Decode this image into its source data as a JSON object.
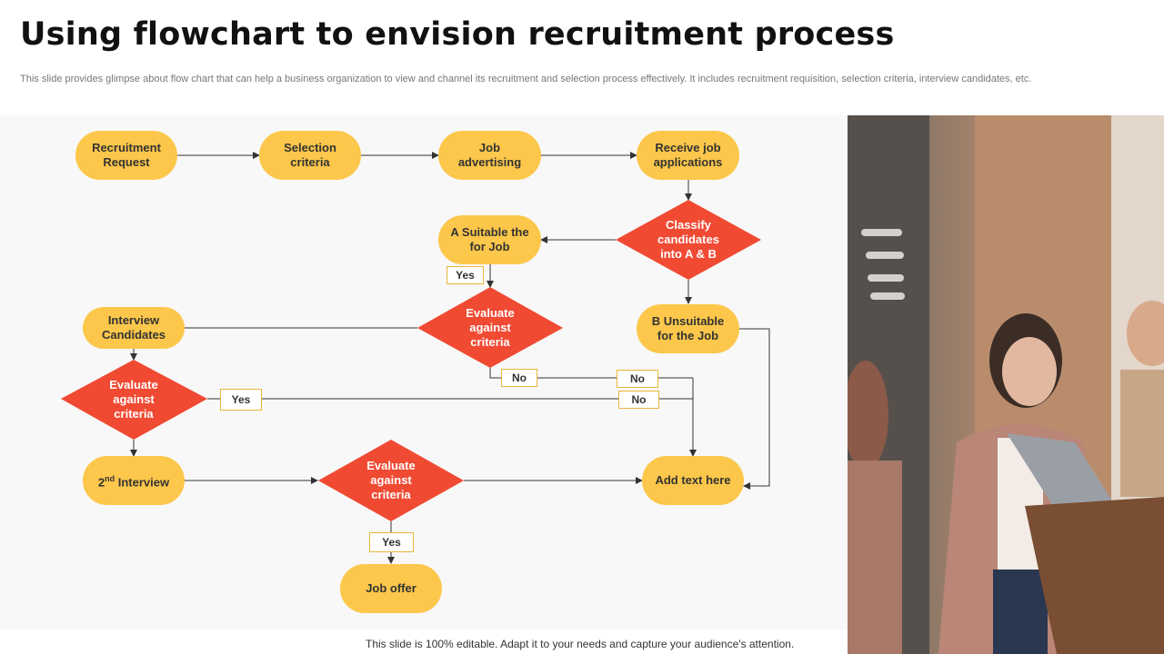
{
  "title": "Using flowchart to envision recruitment process",
  "subtitle": "This slide provides glimpse about flow chart that can help a business organization to view and channel its recruitment and selection process effectively. It includes recruitment requisition, selection criteria, interview candidates, etc.",
  "footer": "This slide is 100% editable. Adapt it to your needs and capture your audience's attention.",
  "colors": {
    "pill": "#fcc74a",
    "diamond": "#f04a33",
    "tag_border": "#e9b53a",
    "line": "#333333"
  },
  "nodes": {
    "recruitment_request": {
      "line1": "Recruitment",
      "line2": "Request"
    },
    "selection_criteria": {
      "line1": "Selection",
      "line2": "criteria"
    },
    "job_advertising": {
      "line1": "Job",
      "line2": "advertising"
    },
    "receive_applications": {
      "line1": "Receive job",
      "line2": "applications"
    },
    "classify": {
      "line1": "Classify",
      "line2": "candidates",
      "line3": "into A & B"
    },
    "suitable": {
      "line1": "A Suitable the",
      "line2": "for Job"
    },
    "evaluate_1": {
      "line1": "Evaluate",
      "line2": "against",
      "line3": "criteria"
    },
    "unsuitable": {
      "line1": "B Unsuitable",
      "line2": "for the Job"
    },
    "interview_candidates": {
      "line1": "Interview",
      "line2": "Candidates"
    },
    "evaluate_2": {
      "line1": "Evaluate",
      "line2": "against",
      "line3": "criteria"
    },
    "second_interview": {
      "ordinal": "2",
      "sup": "nd",
      "rest": " Interview"
    },
    "evaluate_3": {
      "line1": "Evaluate",
      "line2": "against",
      "line3": "criteria"
    },
    "add_text": {
      "label": "Add text here"
    },
    "job_offer": {
      "label": "Job offer"
    }
  },
  "tags": {
    "yes_1": "Yes",
    "no_1": "No",
    "no_2": "No",
    "yes_2": "Yes",
    "no_3": "No",
    "yes_3": "Yes"
  },
  "photo": {
    "description_icon": "office-photo"
  }
}
